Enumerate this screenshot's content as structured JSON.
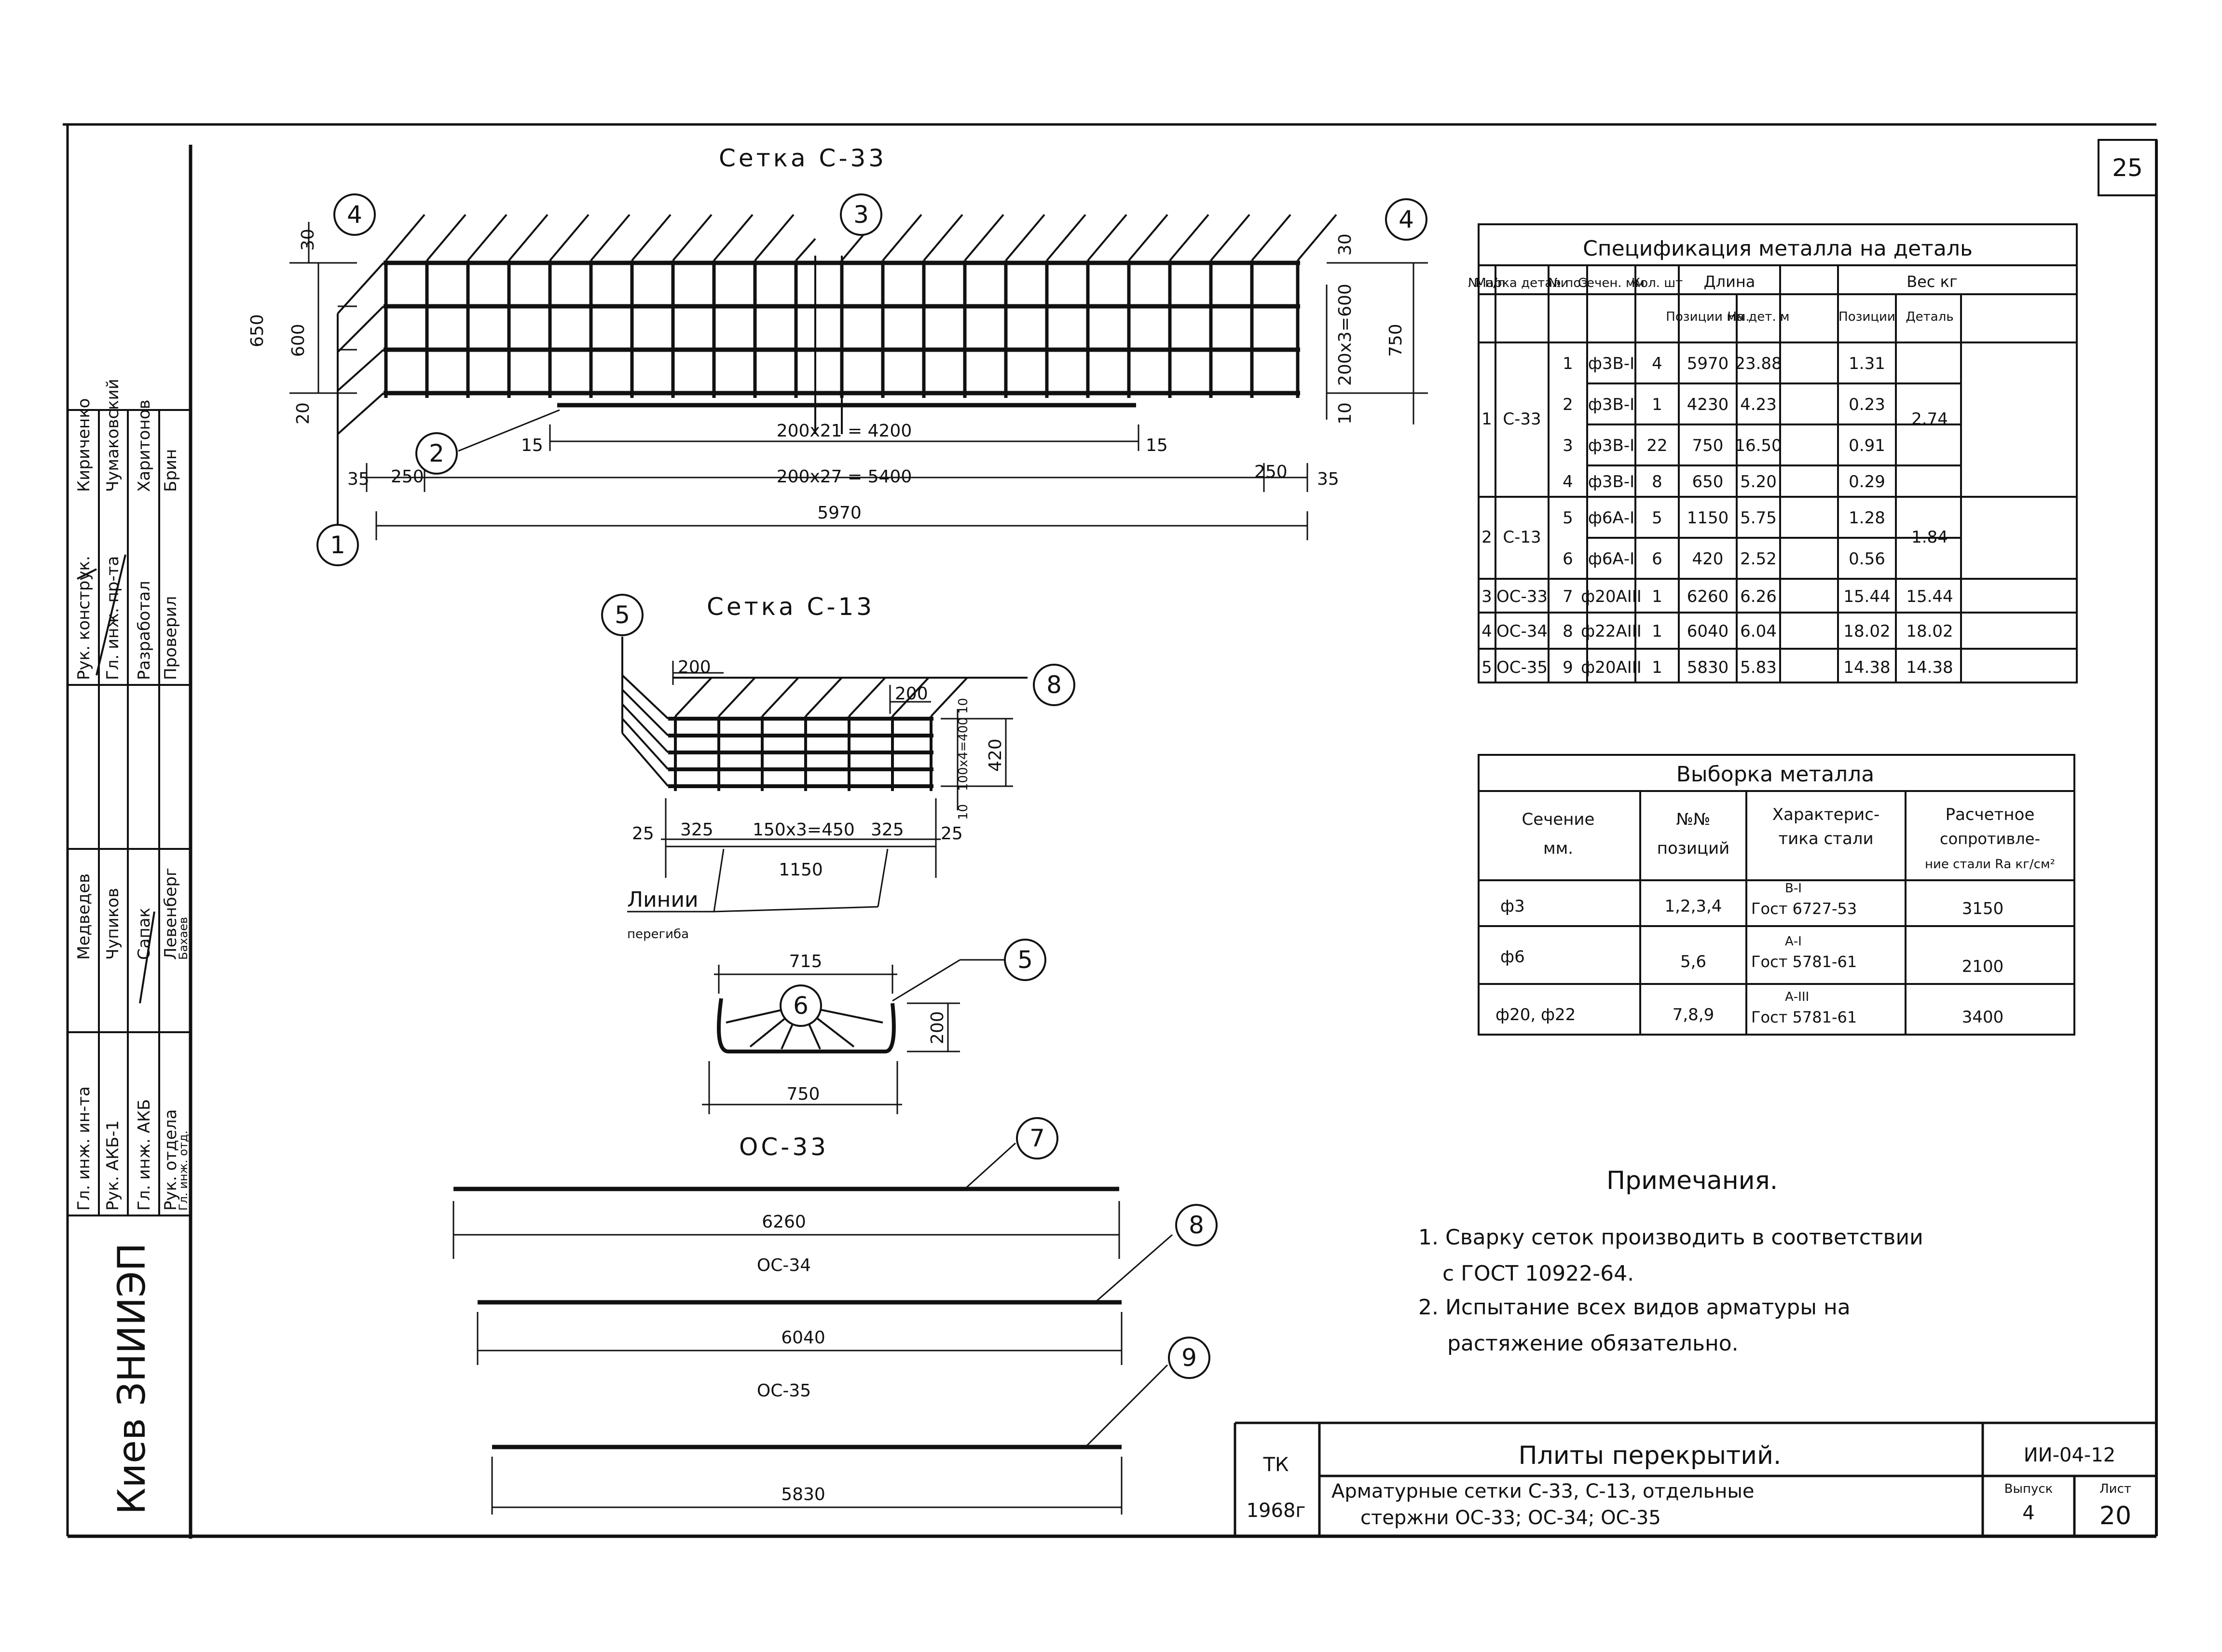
{
  "page_number": "25",
  "drawings": {
    "mesh_c33": {
      "title": "Сетка С-33",
      "markers": [
        "4",
        "3",
        "4",
        "2",
        "1"
      ],
      "dims": {
        "v30_top": "30",
        "v650": "650",
        "v600": "600",
        "v20": "20",
        "v30_right": "30",
        "v200x3": "200х3=600",
        "v10": "10",
        "v750": "750",
        "bar_span": "200х21 = 4200",
        "left15": "15",
        "right15": "15",
        "left35": "35",
        "left250": "250",
        "mid_span": "200х27 = 5400",
        "right250": "250",
        "right35": "35",
        "total": "5970"
      }
    },
    "mesh_c13": {
      "title": "Сетка С-13",
      "markers": [
        "5",
        "8"
      ],
      "dims": {
        "top200": "200",
        "right200": "200",
        "r10": "10",
        "r100x4": "100х4=400",
        "r420": "420",
        "r10b": "10",
        "b25": "25",
        "b325": "325",
        "b150x3": "150х3=450",
        "b325r": "325",
        "b25r": "25",
        "b1150": "1150"
      },
      "bend_label_line1": "Линии",
      "bend_label_line2": "перегиба"
    },
    "bent_detail": {
      "markers": [
        "6",
        "5"
      ],
      "dims": {
        "top": "715",
        "height": "200",
        "bottom": "750"
      }
    },
    "rods": [
      {
        "title": "ОС-33",
        "marker": "7",
        "length": "6260"
      },
      {
        "title": "ОС-34",
        "marker": "8",
        "length": "6040"
      },
      {
        "title": "ОС-35",
        "marker": "9",
        "length": "5830"
      }
    ]
  },
  "spec_table": {
    "title": "Спецификация металла на деталь",
    "headers": {
      "no": "№ п/п",
      "mark": "Марка детали",
      "pos": "№ поз",
      "section": "Сечен. мм",
      "qty": "Кол. шт",
      "length": "Длина",
      "len_pos": "Позиции мм.",
      "len_det": "На дет. м",
      "weight": "Вес кг",
      "w_pos": "Позиции",
      "w_det": "Деталь"
    },
    "groups": [
      {
        "no": "1",
        "mark": "С-33",
        "total": "2.74",
        "rows": [
          {
            "pos": "1",
            "section": "ф3В-I",
            "qty": "4",
            "len": "5970",
            "len_det": "23.88",
            "w": "1.31"
          },
          {
            "pos": "2",
            "section": "ф3В-I",
            "qty": "1",
            "len": "4230",
            "len_det": "4.23",
            "w": "0.23"
          },
          {
            "pos": "3",
            "section": "ф3В-I",
            "qty": "22",
            "len": "750",
            "len_det": "16.50",
            "w": "0.91"
          },
          {
            "pos": "4",
            "section": "ф3В-I",
            "qty": "8",
            "len": "650",
            "len_det": "5.20",
            "w": "0.29"
          }
        ]
      },
      {
        "no": "2",
        "mark": "С-13",
        "total": "1.84",
        "rows": [
          {
            "pos": "5",
            "section": "ф6А-I",
            "qty": "5",
            "len": "1150",
            "len_det": "5.75",
            "w": "1.28"
          },
          {
            "pos": "6",
            "section": "ф6А-I",
            "qty": "6",
            "len": "420",
            "len_det": "2.52",
            "w": "0.56"
          }
        ]
      },
      {
        "no": "3",
        "mark": "ОС-33",
        "total": "15.44",
        "rows": [
          {
            "pos": "7",
            "section": "ф20АIII",
            "qty": "1",
            "len": "6260",
            "len_det": "6.26",
            "w": "15.44"
          }
        ]
      },
      {
        "no": "4",
        "mark": "ОС-34",
        "total": "18.02",
        "rows": [
          {
            "pos": "8",
            "section": "ф22АIII",
            "qty": "1",
            "len": "6040",
            "len_det": "6.04",
            "w": "18.02"
          }
        ]
      },
      {
        "no": "5",
        "mark": "ОС-35",
        "total": "14.38",
        "rows": [
          {
            "pos": "9",
            "section": "ф20АIII",
            "qty": "1",
            "len": "5830",
            "len_det": "5.83",
            "w": "14.38"
          }
        ]
      }
    ]
  },
  "selection_table": {
    "title": "Выборка металла",
    "headers": {
      "section_1": "Сечение",
      "section_2": "мм.",
      "pos_1": "№№",
      "pos_2": "позиций",
      "char_1": "Характерис-",
      "char_2": "тика стали",
      "res_1": "Расчетное",
      "res_2": "сопротивле-",
      "res_3": "ние стали Rа кг/см²"
    },
    "rows": [
      {
        "section": "ф3",
        "positions": "1,2,3,4",
        "steel_1": "В-I",
        "steel_2": "Гост 6727-53",
        "resistance": "3150"
      },
      {
        "section": "ф6",
        "positions": "5,6",
        "steel_1": "А-I",
        "steel_2": "Гост 5781-61",
        "resistance": "2100"
      },
      {
        "section": "ф20, ф22",
        "positions": "7,8,9",
        "steel_1": "А-III",
        "steel_2": "Гост 5781-61",
        "resistance": "3400"
      }
    ]
  },
  "notes": {
    "title": "Примечания.",
    "item1_line1": "1. Сварку сеток производить в соответствии",
    "item1_line2": "с ГОСТ 10922-64.",
    "item2_line1": "2. Испытание всех видов арматуры на",
    "item2_line2": "растяжение обязательно."
  },
  "title_block": {
    "tk": "ТК",
    "year": "1968г",
    "name": "Плиты перекрытий.",
    "desc_line1": "Арматурные сетки С-33, С-13, отдельные",
    "desc_line2": "стержни ОС-33; ОС-34; ОС-35",
    "code": "ИИ-04-12",
    "issue_label": "Выпуск",
    "issue": "4",
    "sheet_label": "Лист",
    "sheet": "20"
  },
  "side_stamp": {
    "org": "Киев ЗНИИЭП",
    "col1": [
      "Гл. инж. ин-та",
      "Рук. АКБ-1",
      "Гл. инж. АКБ",
      "Рук. отдела",
      "Гл. инж. отд."
    ],
    "col2": [
      "Медведев",
      "Чупиков",
      "Сапак",
      "Левенберг",
      "Бахаев"
    ],
    "col3": [
      "Рук. конструк.",
      "Гл. инж. пр-та",
      "Разработал",
      "Проверил"
    ],
    "col4": [
      "Кириченко",
      "Чумаковский",
      "Харитонов",
      "Брин"
    ]
  }
}
